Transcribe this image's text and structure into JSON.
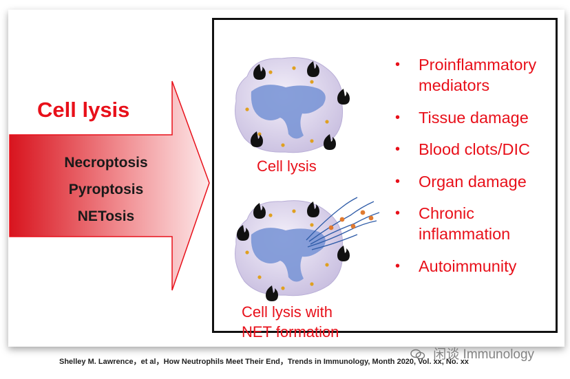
{
  "left_panel": {
    "title": "Cell lysis",
    "mechanisms": [
      "Necroptosis",
      "Pyroptosis",
      "NETosis"
    ]
  },
  "cells": {
    "top_caption": "Cell lysis",
    "bottom_caption_line1": "Cell lysis with",
    "bottom_caption_line2": "NET formation"
  },
  "effects": [
    {
      "line1": "Proinflammatory",
      "line2": "mediators"
    },
    {
      "line1": "Tissue damage",
      "line2": ""
    },
    {
      "line1": "Blood clots/DIC",
      "line2": ""
    },
    {
      "line1": "Organ damage",
      "line2": ""
    },
    {
      "line1": "Chronic",
      "line2": "inflammation"
    },
    {
      "line1": "Autoimmunity",
      "line2": ""
    }
  ],
  "bullet_glyph": "•",
  "citation": "Shelley M. Lawrence，et al，How Neutrophils Meet Their End，Trends in Immunology, Month 2020, Vol. xx, No. xx",
  "watermark": "闲谈 Immunology",
  "colors": {
    "accent_red": "#e8101a",
    "arrow_red": "#d8141e",
    "cell_body": "#ddd5ec",
    "nucleus": "#7b96d6"
  }
}
